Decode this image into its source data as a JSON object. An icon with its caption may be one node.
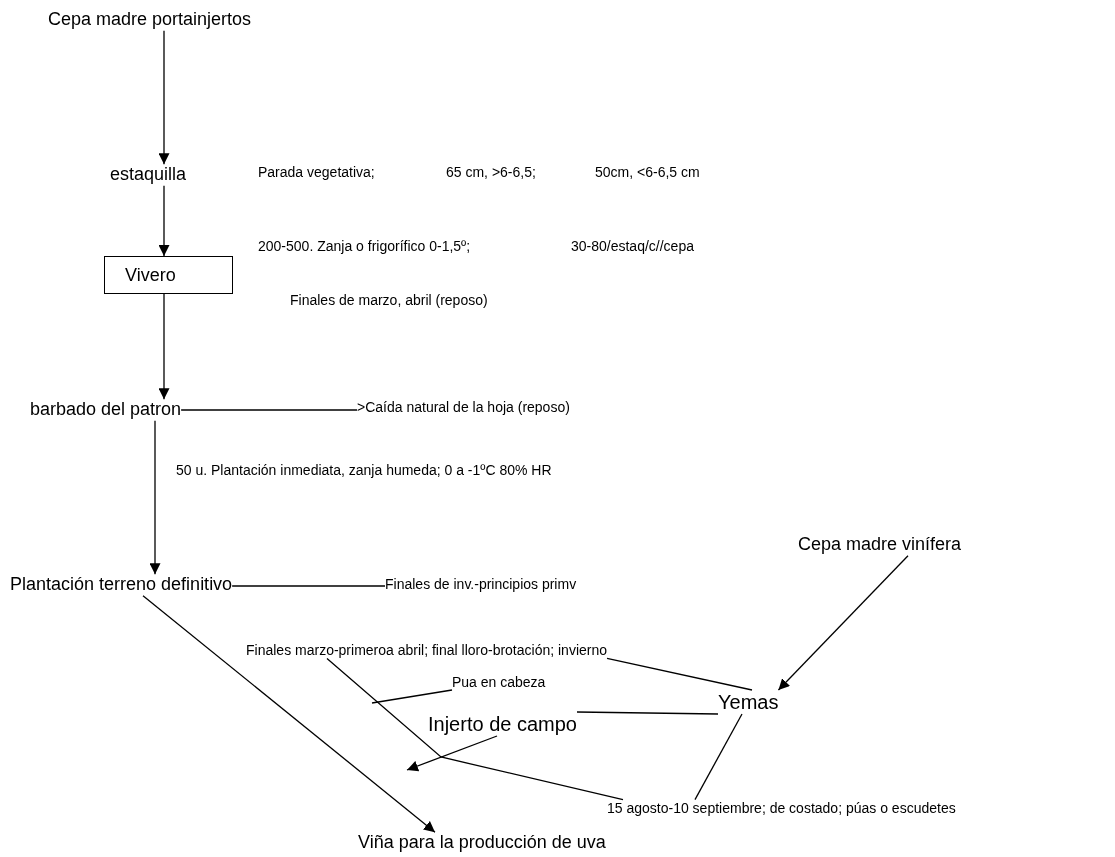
{
  "diagram": {
    "nodes": [
      {
        "text": [
          "Cepa madre portainjertos"
        ]
      },
      {
        "text": [
          "estaquilla"
        ]
      },
      {
        "text": [
          "Vivero"
        ]
      },
      {
        "text": [
          "barbado del patron"
        ]
      },
      {
        "text": [
          ">Caída natural de la hoja (reposo)"
        ]
      },
      {
        "text": [
          "Plantación terreno definitivo"
        ]
      },
      {
        "text": [
          "Finales de inv.-principios primv"
        ]
      },
      {
        "text": [
          "Cepa madre vinífera"
        ]
      },
      {
        "text": [
          "Finales marzo-primeroa abril; final lloro-brotación; invierno"
        ]
      },
      {
        "text": [
          "Pua en cabeza"
        ]
      },
      {
        "text": [
          "Yemas"
        ]
      },
      {
        "text": [
          "Injerto de campo"
        ]
      },
      {
        "text": [
          "15 agosto-10 septiembre; de costado; púas o escudetes"
        ]
      },
      {
        "text": [
          "Viña para la producción de uva"
        ]
      }
    ],
    "edges": [
      {
        "from": 0,
        "to": 1,
        "arrow": "to"
      },
      {
        "from": 1,
        "to": 2,
        "arrow": "to"
      },
      {
        "from": 2,
        "to": 3,
        "arrow": "to"
      },
      {
        "from": 3,
        "to": 5,
        "arrow": "to"
      },
      {
        "from": 3,
        "to": 4,
        "arrow": "none"
      },
      {
        "from": 5,
        "to": 6,
        "arrow": "none"
      },
      {
        "from": 5,
        "to": 13,
        "arrow": "to"
      },
      {
        "from": 7,
        "to": 10,
        "arrow": "to"
      },
      {
        "from": 10,
        "to": 8,
        "arrow": "none"
      },
      {
        "from": 10,
        "to": 11,
        "arrow": "none"
      },
      {
        "from": 11,
        "to": null,
        "arrow": "to"
      },
      {
        "from": 8,
        "to": 12,
        "arrow": "none"
      },
      {
        "from": 9,
        "to": null,
        "arrow": "none"
      },
      {
        "from": 10,
        "to": 12,
        "arrow": "none"
      }
    ],
    "labels": [
      "Parada vegetativa;",
      "65 cm, >6-6,5;",
      "50cm, <6-6,5 cm",
      "200-500. Zanja o frigorífico 0-1,5º;",
      "30-80/estaq/c//cepa",
      "Finales de marzo, abril (reposo)",
      "50 u. Plantación inmediata, zanja humeda; 0 a -1ºC 80% HR"
    ]
  }
}
